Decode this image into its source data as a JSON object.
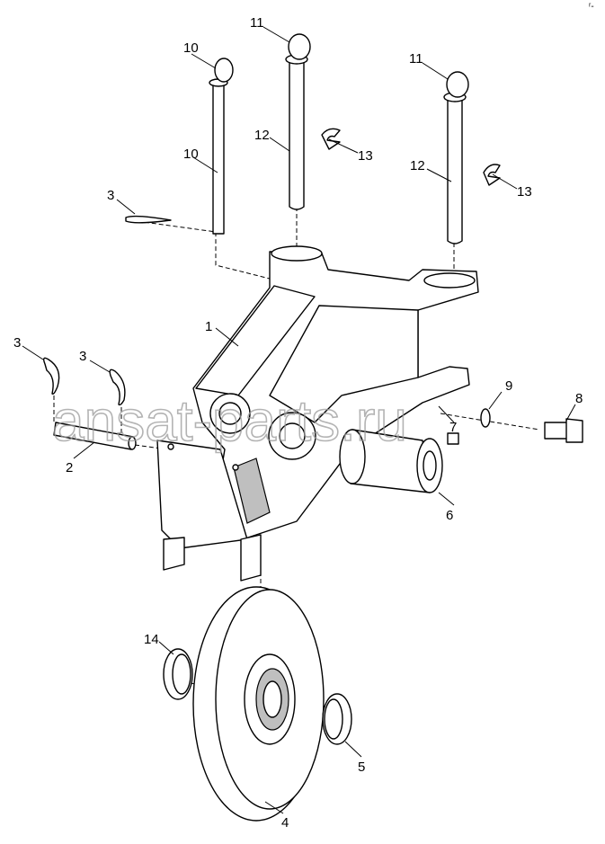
{
  "watermark": "ansat-parts.ru",
  "corner_mark": "ʳ-",
  "callouts": [
    "1",
    "2",
    "3",
    "3",
    "3",
    "4",
    "5",
    "6",
    "7",
    "8",
    "9",
    "10",
    "10",
    "11",
    "11",
    "12",
    "12",
    "13",
    "13",
    "14"
  ]
}
